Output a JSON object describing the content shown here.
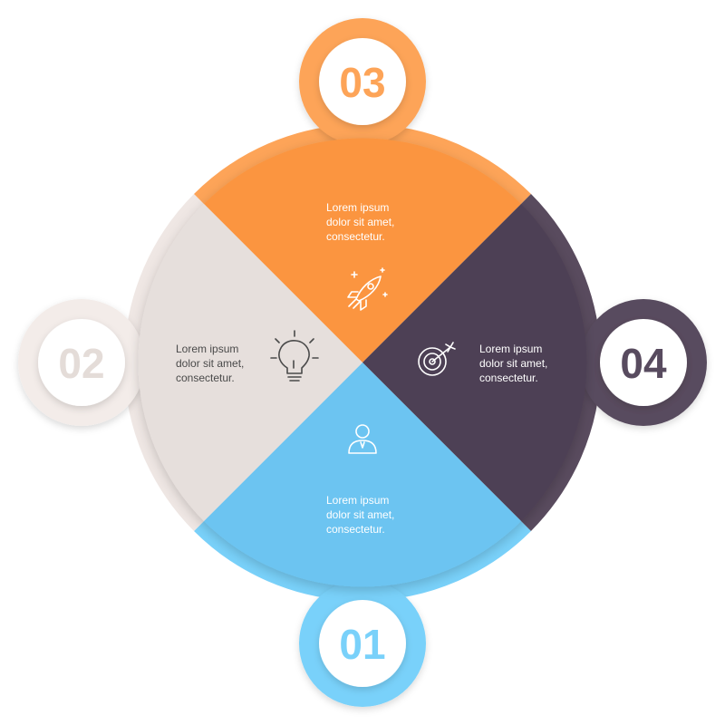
{
  "segments": [
    {
      "id": "01",
      "number": "01",
      "lines": [
        "Lorem ipsum",
        "dolor sit amet,",
        "consectetur."
      ],
      "icon": "person-icon",
      "color": "#6cc4f1",
      "accent": "#79d1fa",
      "badge_color": "#79d1fa"
    },
    {
      "id": "02",
      "number": "02",
      "lines": [
        "Lorem ipsum",
        "dolor sit amet,",
        "consectetur."
      ],
      "icon": "lightbulb-icon",
      "color": "#e6dfdc",
      "accent": "#efe7e4",
      "badge_color": "#f3ece9"
    },
    {
      "id": "03",
      "number": "03",
      "lines": [
        "Lorem ipsum",
        "dolor sit amet,",
        "consectetur."
      ],
      "icon": "rocket-icon",
      "color": "#fb953f",
      "accent": "#fda458",
      "badge_color": "#fda458"
    },
    {
      "id": "04",
      "number": "04",
      "lines": [
        "Lorem ipsum",
        "dolor sit amet,",
        "consectetur."
      ],
      "icon": "target-icon",
      "color": "#4e3f54",
      "accent": "#594b5e",
      "badge_color": "#594b5e"
    }
  ],
  "colors": {
    "text_light": "#ffffff",
    "text_dark": "#4a4a4a",
    "badge_inner": "#ffffff"
  }
}
